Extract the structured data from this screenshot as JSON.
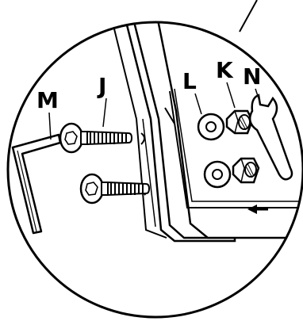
{
  "labels": {
    "allen_key": "M",
    "bolt": "J",
    "washer": "L",
    "nut": "K",
    "wrench": "N"
  },
  "panel_arrow": "←"
}
